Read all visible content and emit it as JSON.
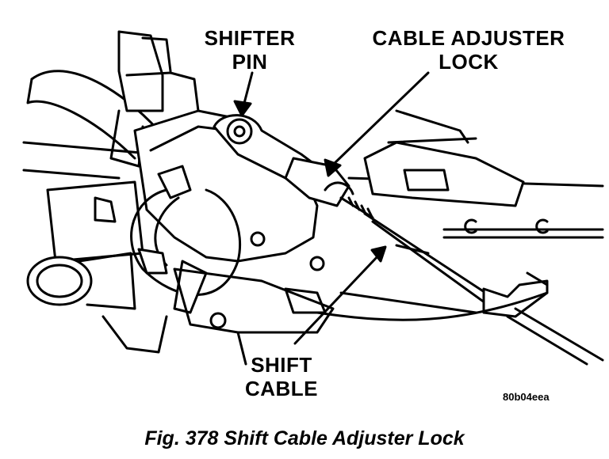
{
  "labels": {
    "shifter_pin": [
      "SHIFTER",
      "PIN"
    ],
    "cable_adjuster_lock": [
      "CABLE ADJUSTER",
      "LOCK"
    ],
    "shift_cable": [
      "SHIFT",
      "CABLE"
    ]
  },
  "figure_code": "80b04eea",
  "caption": "Fig. 378 Shift Cable Adjuster Lock",
  "colors": {
    "ink": "#000000",
    "paper": "#ffffff"
  }
}
